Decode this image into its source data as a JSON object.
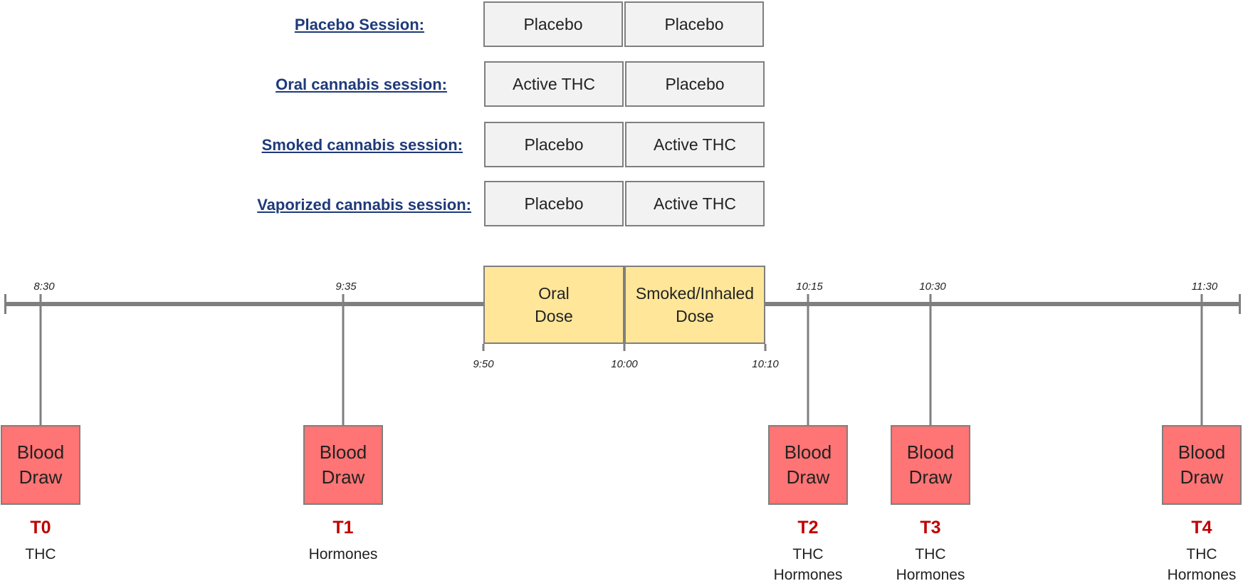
{
  "sessions": [
    {
      "label": "Placebo Session:",
      "first": "Placebo",
      "second": "Placebo"
    },
    {
      "label": "Oral cannabis session:",
      "first": "Active THC",
      "second": "Placebo"
    },
    {
      "label": "Smoked cannabis session:",
      "first": "Placebo",
      "second": "Active THC"
    },
    {
      "label": "Vaporized cannabis session:",
      "first": "Placebo",
      "second": "Active THC"
    }
  ],
  "timeline": {
    "upper_times": [
      "8:30",
      "9:35",
      "10:15",
      "10:30",
      "11:30"
    ],
    "lower_times": [
      "9:50",
      "10:00",
      "10:10"
    ]
  },
  "dose": {
    "oral": {
      "line1": "Oral",
      "line2": "Dose"
    },
    "inhaled": {
      "line1": "Smoked/Inhaled",
      "line2": "Dose"
    }
  },
  "timepoints": [
    {
      "box1": "Blood",
      "box2": "Draw",
      "label": "T0",
      "note1": "THC",
      "note2": ""
    },
    {
      "box1": "Blood",
      "box2": "Draw",
      "label": "T1",
      "note1": "Hormones",
      "note2": ""
    },
    {
      "box1": "Blood",
      "box2": "Draw",
      "label": "T2",
      "note1": "THC",
      "note2": "Hormones"
    },
    {
      "box1": "Blood",
      "box2": "Draw",
      "label": "T3",
      "note1": "THC",
      "note2": "Hormones"
    },
    {
      "box1": "Blood",
      "box2": "Draw",
      "label": "T4",
      "note1": "THC",
      "note2": "Hormones"
    }
  ],
  "colors": {
    "label": "#1f3a7a",
    "dose": "#ffe699",
    "blood": "#ff7474",
    "timepoint": "#c00000",
    "line": "#7f7f7f"
  }
}
